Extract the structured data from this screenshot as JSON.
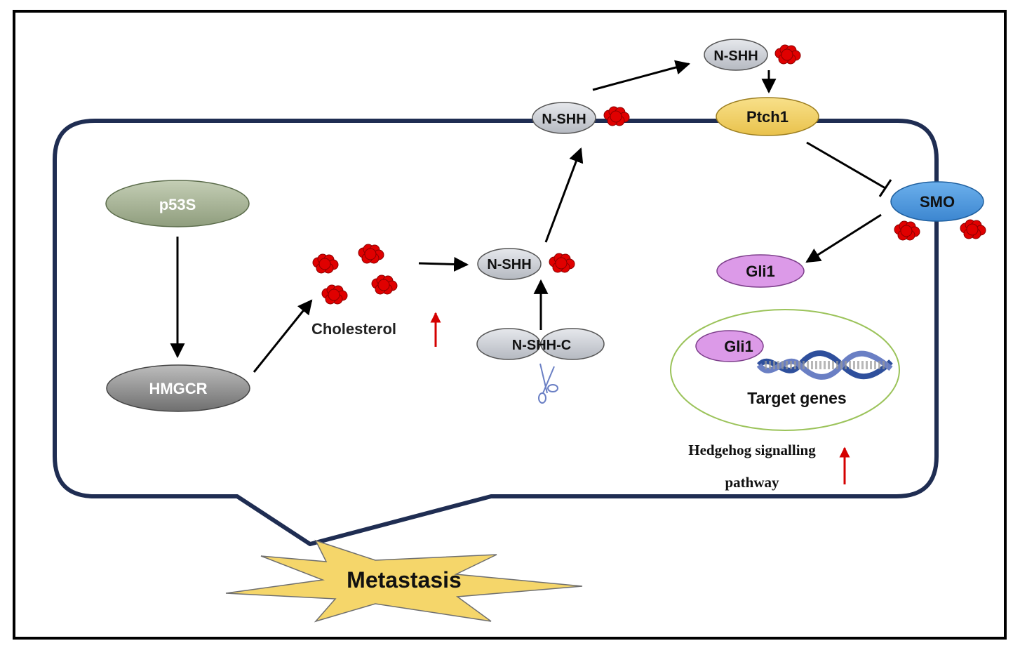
{
  "nodes": {
    "p53s": "p53S",
    "hmgcr": "HMGCR",
    "cholesterol": "Cholesterol",
    "nshh_mid": "N-SHH",
    "nshhc": "N-SHH-C",
    "nshh_membrane": "N-SHH",
    "nshh_out": "N-SHH",
    "ptch1": "Ptch1",
    "smo": "SMO",
    "gli1_cyto": "Gli1",
    "gli1_nucleus": "Gli1",
    "target_genes": "Target genes",
    "hedgehog_line1": "Hedgehog signalling",
    "hedgehog_line2": "pathway",
    "metastasis": "Metastasis"
  },
  "colors": {
    "membrane": "#1f2d52",
    "p53s_fill": "#9eac8c",
    "hmgcr_fill": "#8d8d8d",
    "nshh_fill": "#c9ccd3",
    "ptch1_fill": "#f3d36a",
    "smo_fill": "#4f9be0",
    "gli1_fill": "#dc9ae8",
    "cholesterol_red": "#e00000",
    "up_arrow": "#d40000",
    "nucleus_border": "#9bc35a",
    "metastasis_fill": "#f5d66a",
    "scissors": "#6a7fc4"
  }
}
